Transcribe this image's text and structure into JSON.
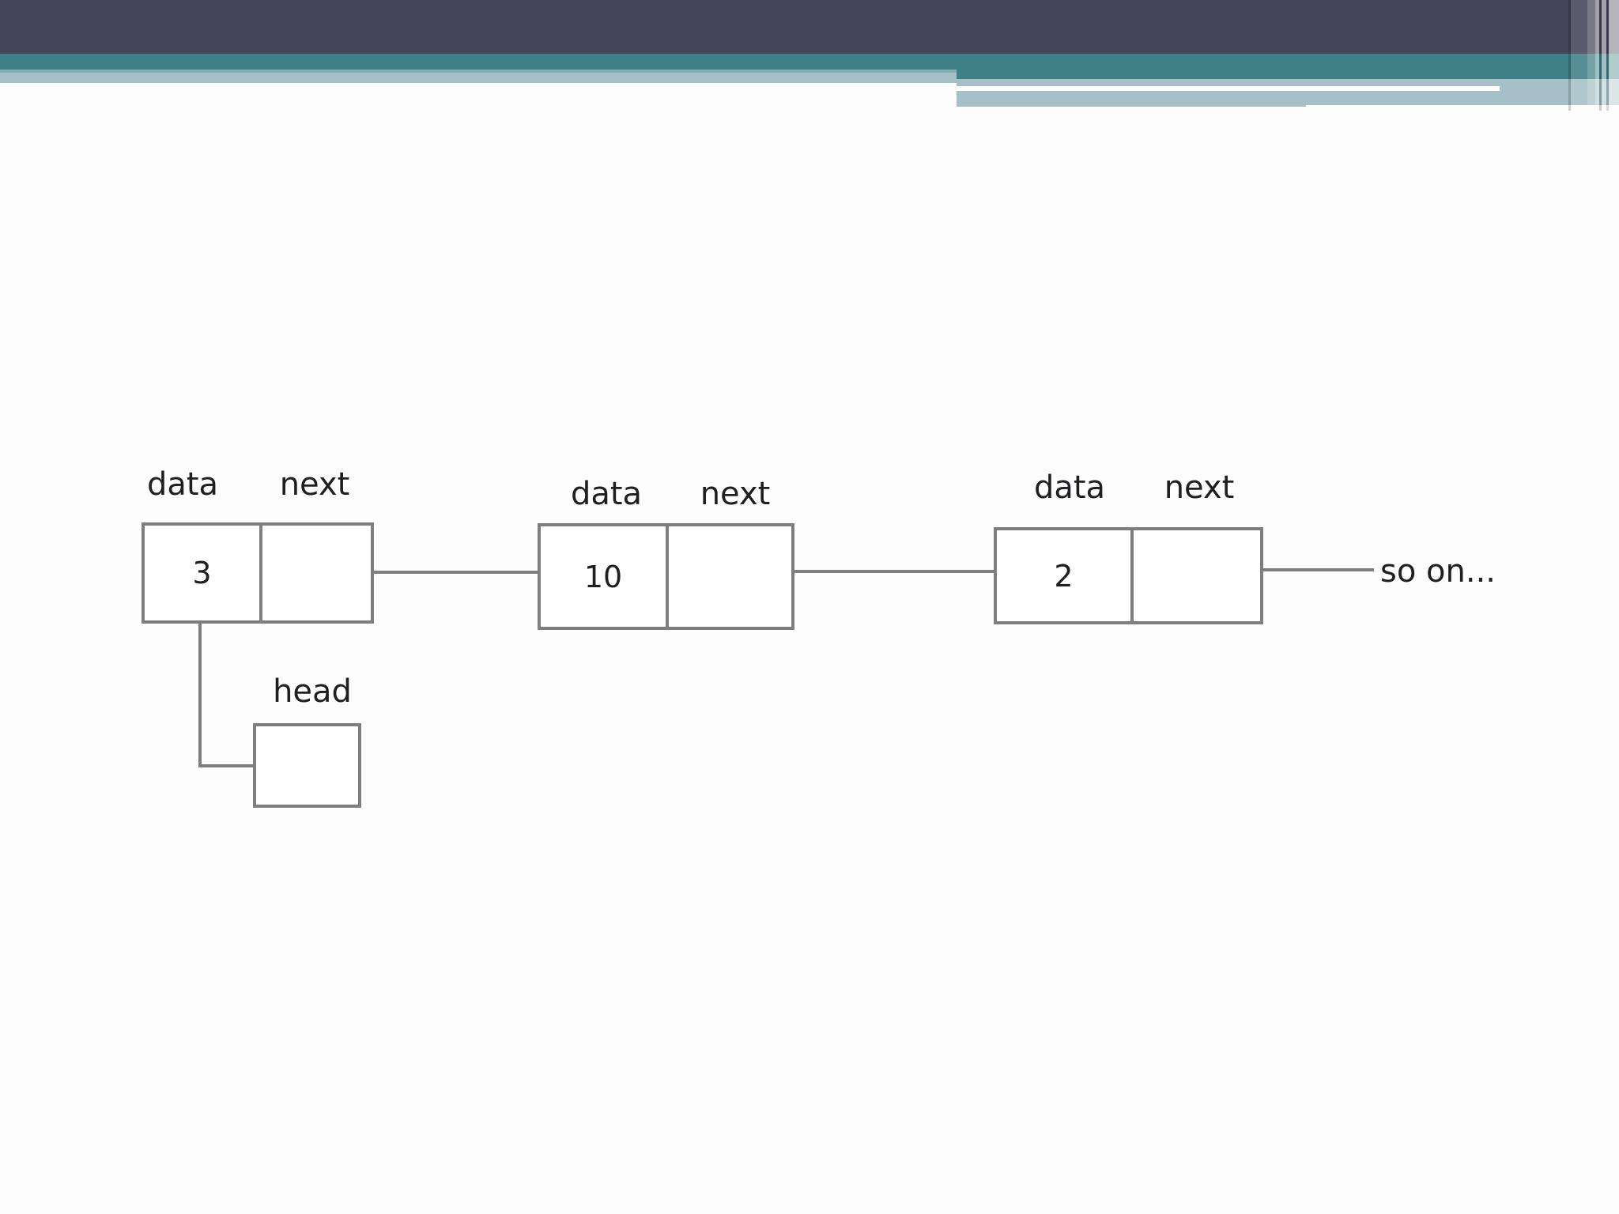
{
  "theme": {
    "background": "#fdfdfd",
    "dark_bar": "#464459",
    "teal_bar": "#3f7f86",
    "teal_light": "#85afb5",
    "stripe_light": "#a5c1c7",
    "box_border": "#7e7e7e",
    "text": "#1f1f23"
  },
  "diagram": {
    "type": "linked-list",
    "nodes": [
      {
        "data_label": "data",
        "next_label": "next",
        "value": "3"
      },
      {
        "data_label": "data",
        "next_label": "next",
        "value": "10"
      },
      {
        "data_label": "data",
        "next_label": "next",
        "value": "2"
      }
    ],
    "head_label": "head",
    "tail_text": "so on..."
  }
}
